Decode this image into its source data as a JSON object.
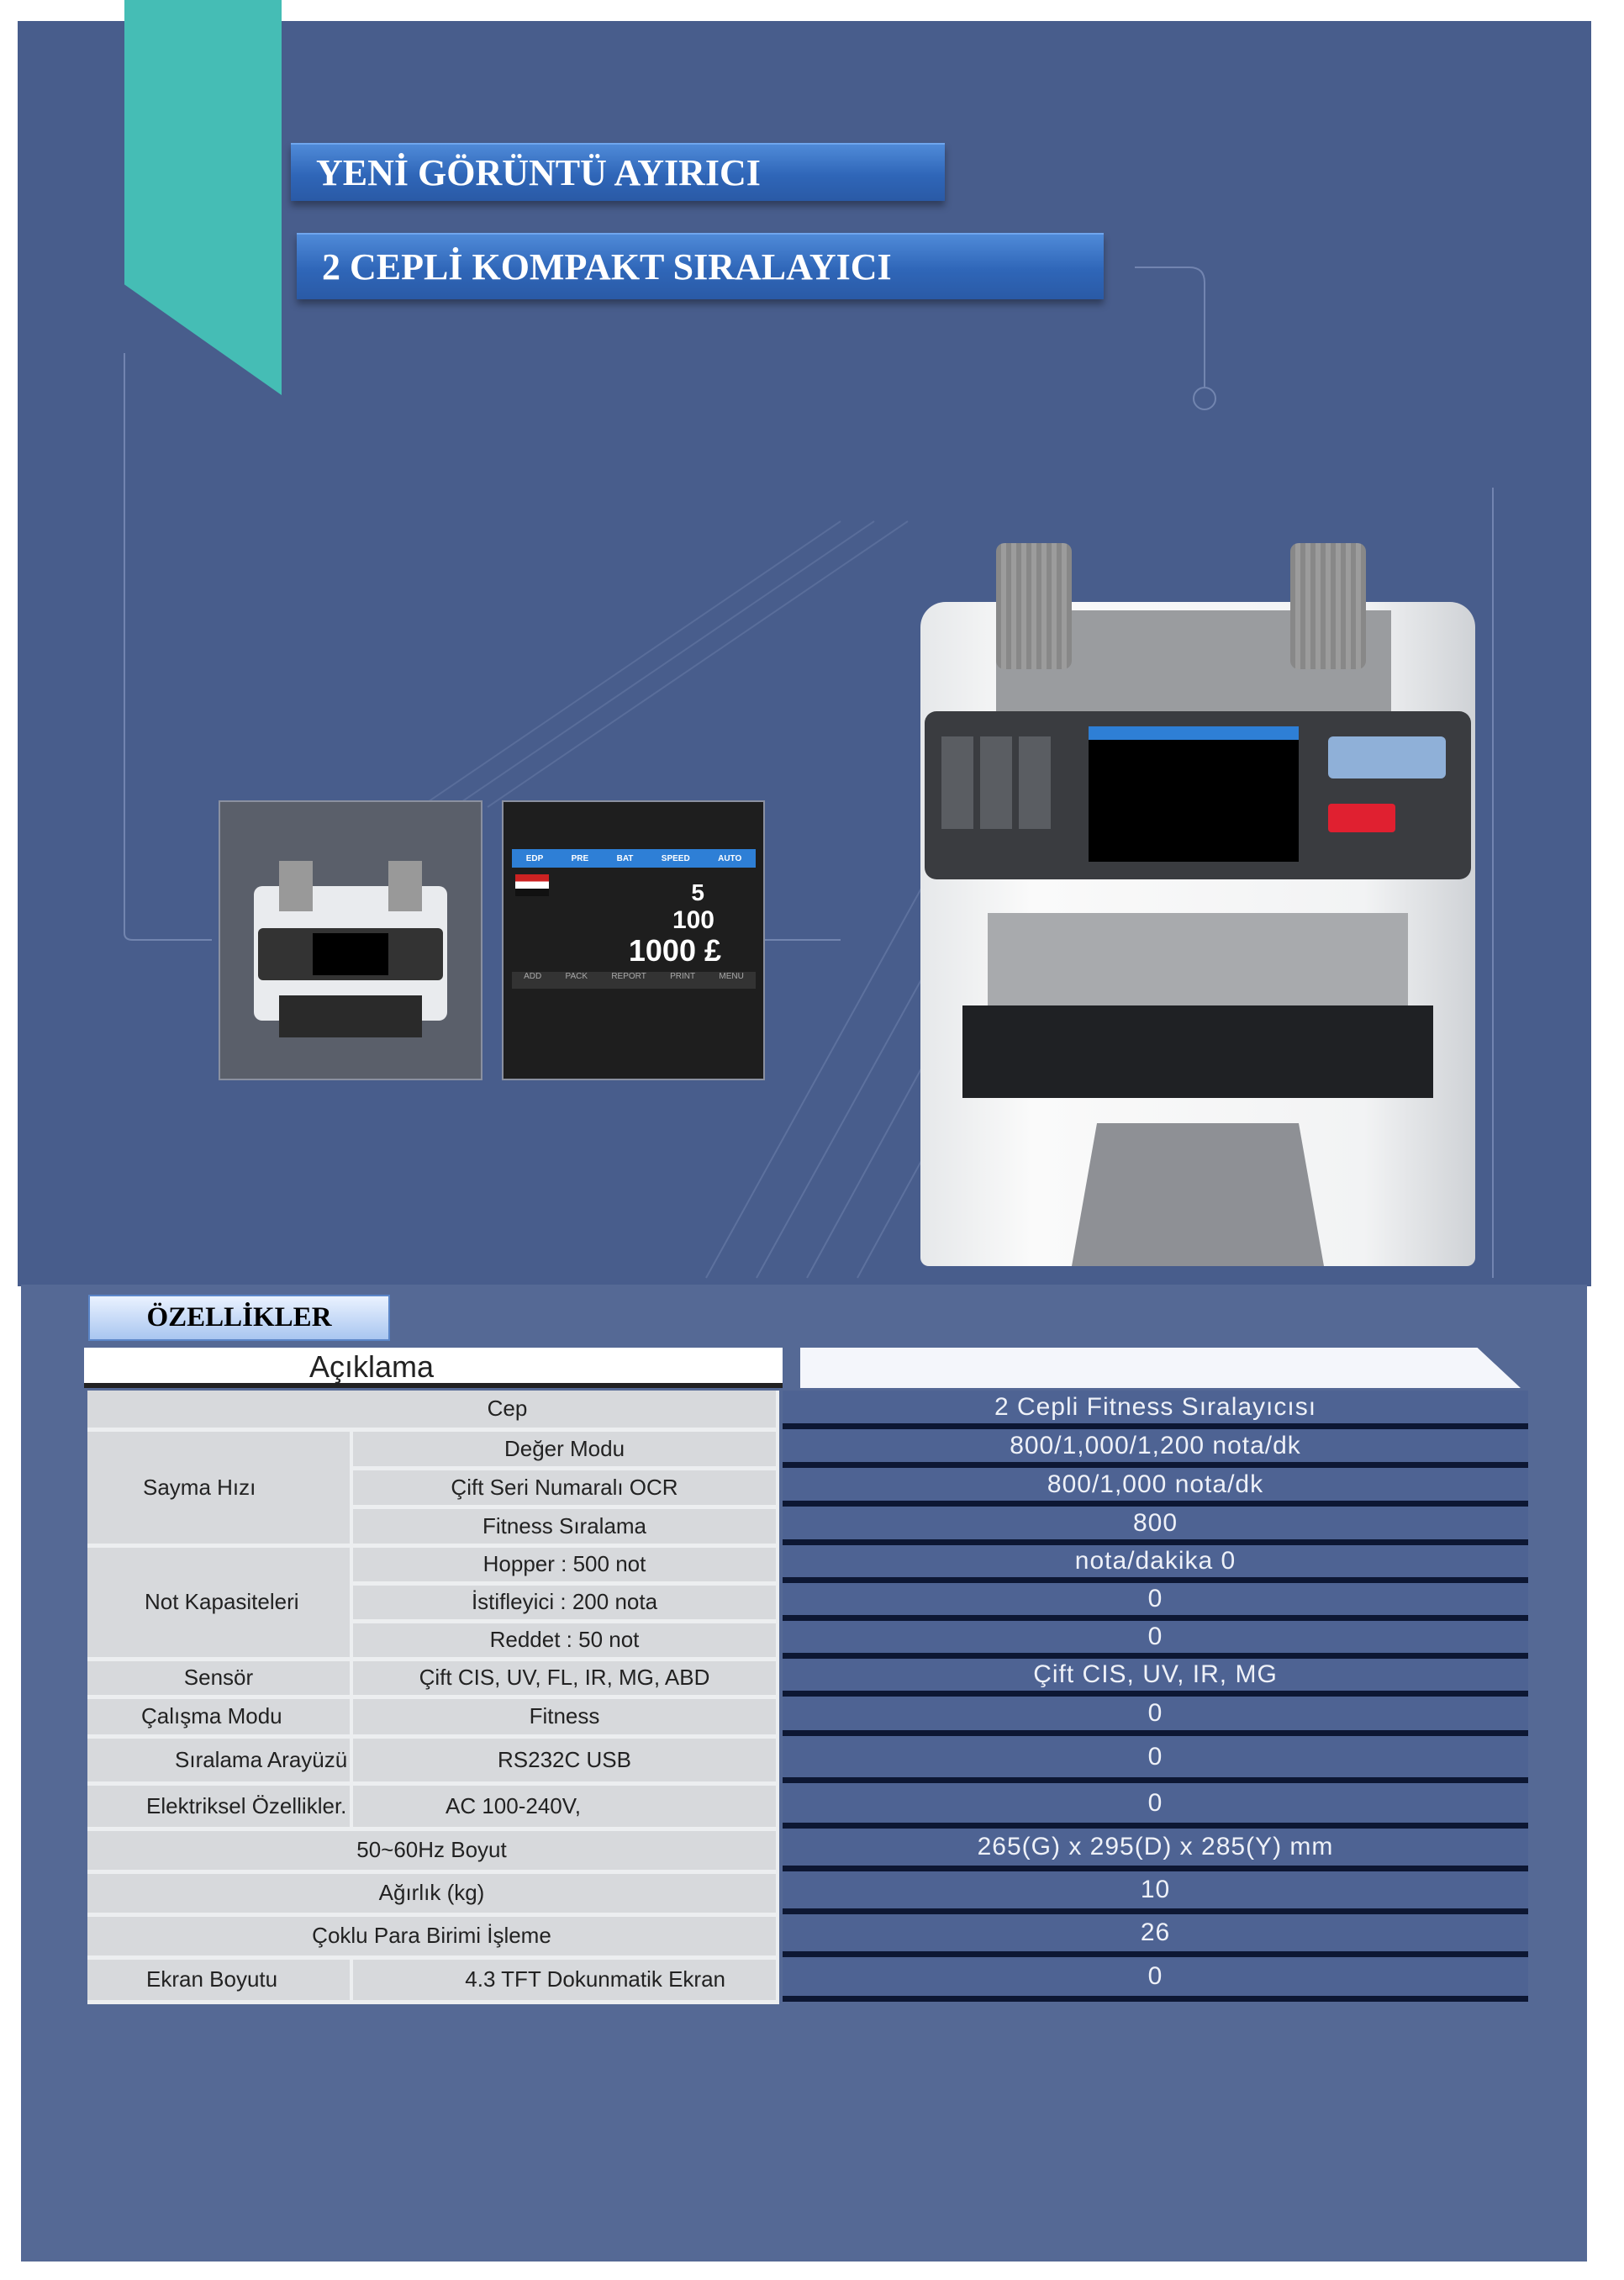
{
  "header": {
    "title_1": "YENİ GÖRÜNTÜ AYIRICI",
    "title_2": "2 CEPLİ KOMPAKT SIRALAYICI"
  },
  "colors": {
    "panel": "#485d8c",
    "ribbon": "#45bdb5",
    "title_bar": "#2f66b8"
  },
  "device_screen": {
    "tabs": [
      "EDP",
      "PRE",
      "BAT",
      "SPEED",
      "AUTO"
    ],
    "rejected": "5",
    "pcs": "100",
    "amount": "1000 £",
    "buttons": [
      "ADD",
      "PACK",
      "REPORT",
      "PRINT",
      "MENU"
    ]
  },
  "features": {
    "label": "ÖZELLİKLER",
    "column_header": "Açıklama",
    "rows": [
      {
        "group": "",
        "name": "Cep",
        "value": "2 Cepli Fitness Sıralayıcısı"
      },
      {
        "group": "Sayma Hızı",
        "name": "Değer Modu",
        "value": "800/1,000/1,200 nota/dk"
      },
      {
        "group": "Sayma Hızı",
        "name": "Çift Seri Numaralı OCR",
        "value": "800/1,000 nota/dk"
      },
      {
        "group": "Sayma Hızı",
        "name": "Fitness Sıralama",
        "value": "800"
      },
      {
        "group": "Not Kapasiteleri",
        "name": "Hopper : 500 not",
        "value": "nota/dakika 0"
      },
      {
        "group": "Not Kapasiteleri",
        "name": "İstifleyici : 200 nota",
        "value": "0"
      },
      {
        "group": "Not Kapasiteleri",
        "name": "Reddet : 50 not",
        "value": "0"
      },
      {
        "group": "Sensör",
        "name": "Çift CIS, UV, FL, IR, MG, ABD",
        "value": "Çift CIS, UV, IR, MG"
      },
      {
        "group": "Çalışma Modu",
        "name": "Fitness",
        "value": "0"
      },
      {
        "group": "Sıralama Arayüzü",
        "name": "RS232C USB",
        "value": "0"
      },
      {
        "group": "Elektriksel Özellikler.",
        "name": "AC 100-240V,",
        "value": "0"
      },
      {
        "group": "",
        "name": "50~60Hz Boyut",
        "value": "265(G) x 295(D) x 285(Y) mm"
      },
      {
        "group": "",
        "name": "Ağırlık (kg)",
        "value": "10"
      },
      {
        "group": "",
        "name": "Çoklu Para Birimi İşleme",
        "value": "26"
      },
      {
        "group": "Ekran Boyutu",
        "name": "4.3 TFT Dokunmatik Ekran",
        "value": "0"
      }
    ]
  }
}
